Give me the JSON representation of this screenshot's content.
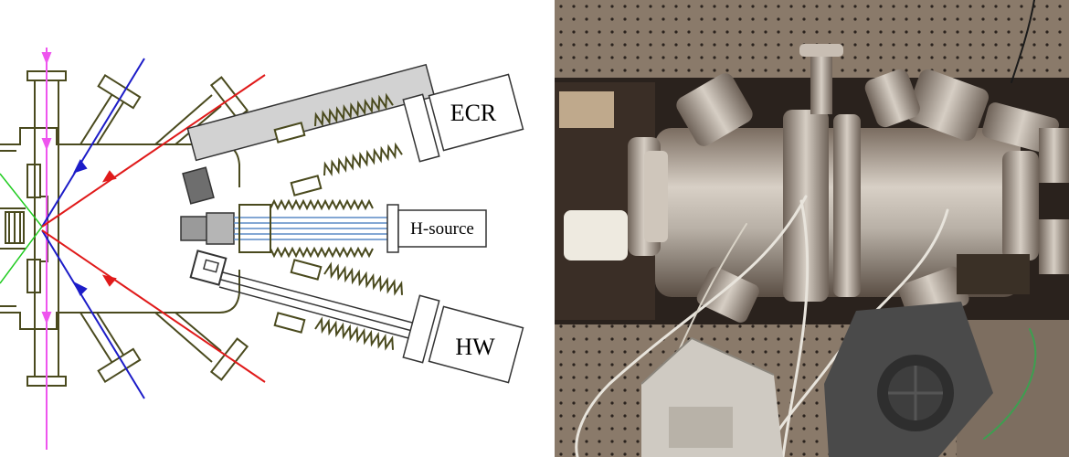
{
  "schematic": {
    "sources": [
      {
        "key": "ecr",
        "label": "ECR"
      },
      {
        "key": "h_source",
        "label": "H-source"
      },
      {
        "key": "hw",
        "label": "HW"
      }
    ],
    "colors": {
      "chamber_outline": "#4a4a1e",
      "bellows": "#4a4a1e",
      "laser_vertical": "#ee55ee",
      "beam_blue": "#1c1cc8",
      "beam_red": "#e01a1a",
      "beam_green": "#22cc22",
      "ecr_body": "#d2d2d2",
      "ecr_tip": "#6e6e6e",
      "h_source_lines": "#5a8ac6"
    }
  },
  "photo": {
    "description_icon": "vacuum-chamber-photo",
    "colors": {
      "optical_table": "#8a7a6a",
      "steel": "#b8b0a6",
      "background_dark": "#2a221d"
    }
  }
}
